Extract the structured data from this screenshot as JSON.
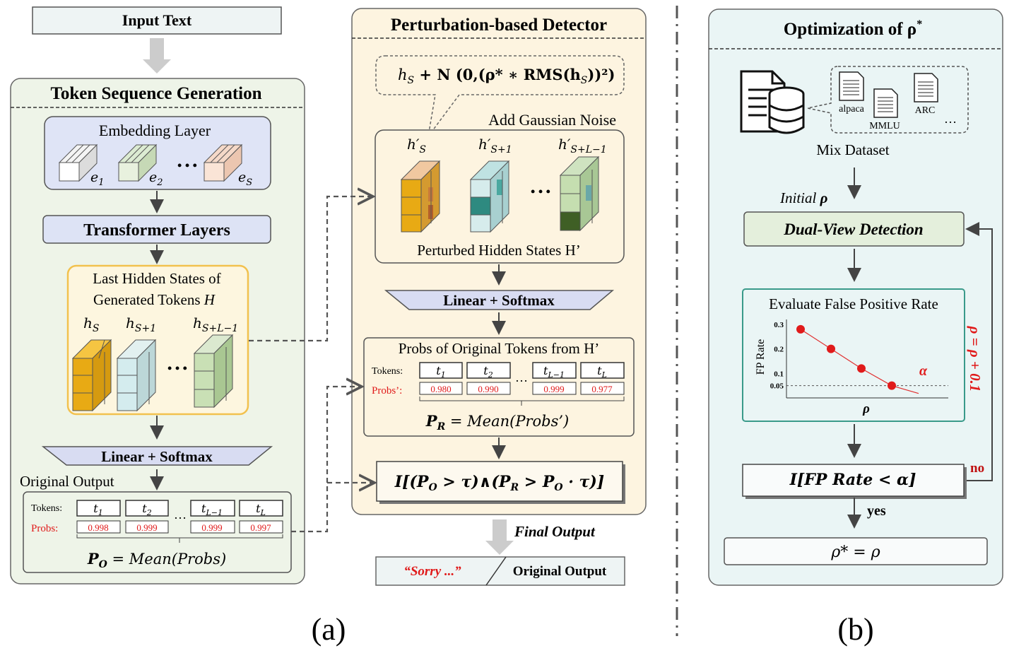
{
  "input_text": "Input Text",
  "token_gen": {
    "title": "Token Sequence Generation",
    "embedding_title": "Embedding Layer",
    "emb_labels": [
      "e",
      "e",
      "e"
    ],
    "emb_subs": [
      "1",
      "2",
      "S"
    ],
    "ellipsis": "• • •",
    "transformer": "Transformer Layers",
    "hidden_title_1": "Last Hidden States of",
    "hidden_title_2": "Generated Tokens ",
    "hidden_title_var": "H",
    "h_labels": [
      "h",
      "h",
      "h"
    ],
    "h_subs": [
      "S",
      "S+1",
      "S+L−1"
    ],
    "linear_softmax": "Linear + Softmax",
    "original_output": "Original Output",
    "tokens_label": "Tokens:",
    "probs_label": "Probs:",
    "token_subs": [
      "1",
      "2",
      "L−1",
      "L"
    ],
    "probs": [
      "0.998",
      "0.999",
      "0.999",
      "0.997"
    ],
    "po_formula_lhs": "P",
    "po_formula_sub": "O",
    "po_formula_rhs": " = Mean(Probs)"
  },
  "detector": {
    "title": "Perturbation-based Detector",
    "noise_formula": "h",
    "noise_formula_sub": "S",
    "noise_formula_rest": " + N (0,(ρ* ∗ RMS(h",
    "noise_formula_sub2": "S",
    "noise_formula_end": "))²)",
    "add_noise": "Add Gaussian Noise",
    "hp_labels": [
      "h′",
      "h′",
      "h′"
    ],
    "hp_subs": [
      "S",
      "S+1",
      "S+L−1"
    ],
    "perturbed_title": "Perturbed Hidden States H’",
    "linear_softmax": "Linear + Softmax",
    "probs_orig_title": "Probs of Original Tokens from H’",
    "tokens_label": "Tokens:",
    "probs_label": "Probs’:",
    "token_subs": [
      "1",
      "2",
      "L−1",
      "L"
    ],
    "probs": [
      "0.980",
      "0.990",
      "0.999",
      "0.977"
    ],
    "pr_formula_lhs": "P",
    "pr_formula_sub": "R",
    "pr_formula_rhs": " = Mean(Probs’)",
    "indicator": "I[(P",
    "indicator_full": "I[(PO > τ)∧(PR > PO · τ)]",
    "final_output": "Final Output",
    "sorry": "“Sorry ...”",
    "original_output": "Original Output"
  },
  "optimization": {
    "title": "Optimization of ρ",
    "title_sup": "*",
    "datasets": [
      "alpaca",
      "MMLU",
      "ARC"
    ],
    "dataset_ellipsis": "…",
    "mix_dataset": "Mix Dataset",
    "initial": "Initial ",
    "initial_var": "ρ",
    "dual_view": "Dual-View Detection",
    "evaluate_title": "Evaluate False Positive Rate",
    "fp_axis": "FP Rate",
    "rho_axis": "ρ",
    "alpha": "α",
    "update_rule": "ρ = ρ + 0.1",
    "check": "I[FP Rate < α]",
    "no": "no",
    "yes": "yes",
    "result": "ρ* = ρ"
  },
  "labels": {
    "a": "(a)",
    "b": "(b)"
  },
  "chart_data": {
    "type": "scatter",
    "title": "Evaluate False Positive Rate",
    "xlabel": "ρ",
    "ylabel": "FP Rate",
    "yticks": [
      "0.3",
      "0.2",
      "0.1",
      "0.05"
    ],
    "threshold_label": "α",
    "threshold": 0.05,
    "points": [
      0.28,
      0.2,
      0.12,
      0.05
    ],
    "ylim": [
      0,
      0.32
    ]
  },
  "colors": {
    "left_panel_bg": "#eef4e8",
    "detector_bg": "#fdf4e0",
    "opt_bg": "#eaf5f5",
    "embedding_bg": "#dfe4f6",
    "transformer_bg": "#dde3f5",
    "hidden_border": "#f2c14e",
    "accent_red": "#e01a1a",
    "dual_view_bg": "#e4efdc",
    "curve_red": "#e03030"
  }
}
